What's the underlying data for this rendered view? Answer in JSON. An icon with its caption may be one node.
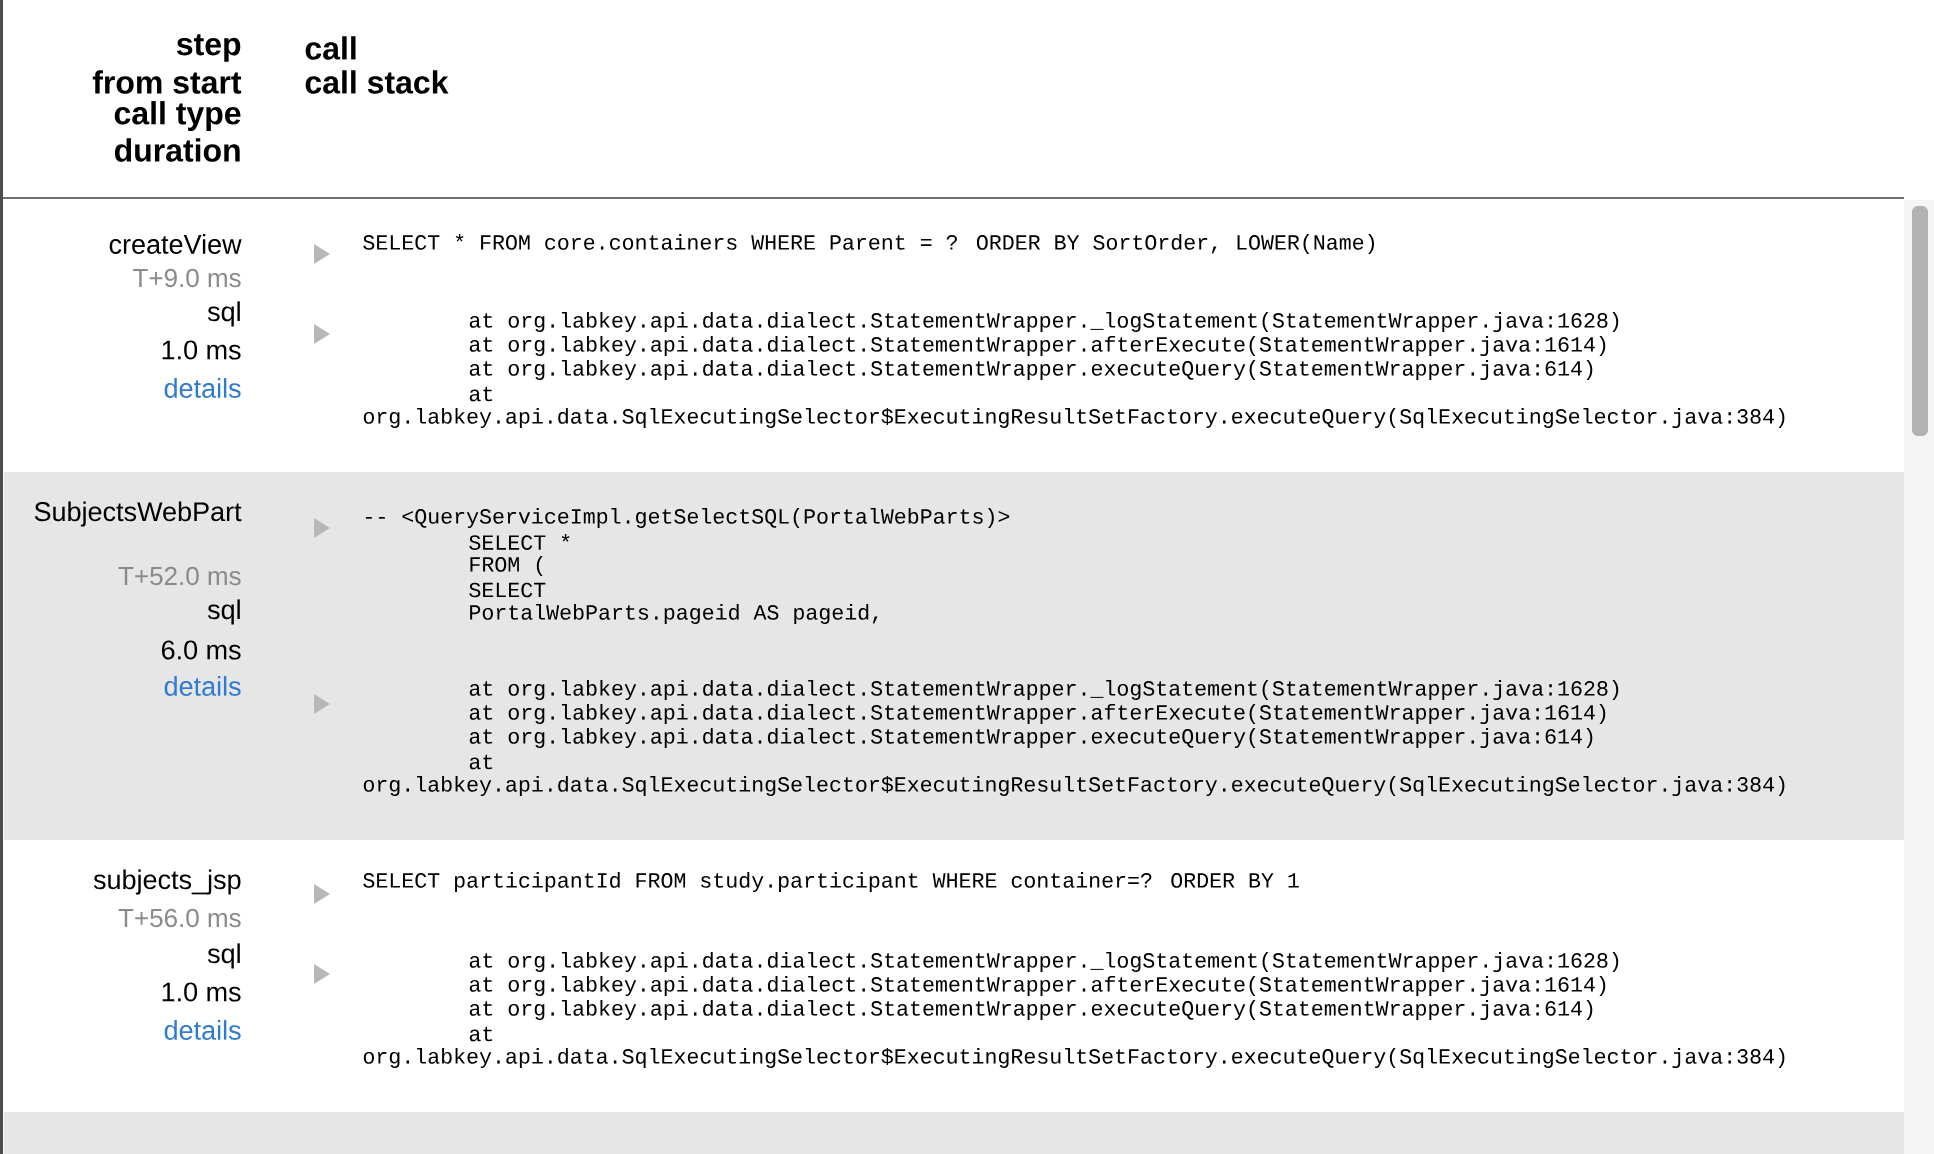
{
  "diagram": {
    "labels": [
      "step",
      "from start",
      "call type",
      "duration",
      "call",
      "call stack",
      "createView",
      "T+9.0 ms",
      "sql",
      "1.0 ms",
      "details",
      "SELECT * FROM core.containers WHERE Parent = ? ORDER BY SortOrder, LOWER(Name)",
      "at org.labkey.api.data.dialect.StatementWrapper._logStatement(StatementWrapper.java:1628)",
      "at org.labkey.api.data.dialect.StatementWrapper.afterExecute(StatementWrapper.java:1614)",
      "at org.labkey.api.data.dialect.StatementWrapper.executeQuery(StatementWrapper.java:614)",
      "at",
      "org.labkey.api.data.SqlExecutingSelector$ExecutingResultSetFactory.executeQuery(SqlExecutingSelector.java:384)",
      "SubjectsWebPart",
      "T+52.0 ms",
      "sql",
      "6.0 ms",
      "details",
      "-- <QueryServiceImpl.getSelectSQL(PortalWebParts)>",
      "SELECT *",
      "FROM (",
      "SELECT",
      "PortalWebParts.pageid AS pageid,",
      "at org.labkey.api.data.dialect.StatementWrapper._logStatement(StatementWrapper.java:1628)",
      "at org.labkey.api.data.dialect.StatementWrapper.afterExecute(StatementWrapper.java:1614)",
      "at org.labkey.api.data.dialect.StatementWrapper.executeQuery(StatementWrapper.java:614)",
      "at",
      "org.labkey.api.data.SqlExecutingSelector$ExecutingResultSetFactory.executeQuery(SqlExecutingSelector.java:384)",
      "subjects_jsp",
      "T+56.0 ms",
      "sql",
      "1.0 ms",
      "details",
      "SELECT participantId FROM study.participant WHERE container=? ORDER BY 1",
      "at org.labkey.api.data.dialect.StatementWrapper._logStatement(StatementWrapper.java:1628)",
      "at org.labkey.api.data.dialect.StatementWrapper.afterExecute(StatementWrapper.java:1614)",
      "at org.labkey.api.data.dialect.StatementWrapper.executeQuery(StatementWrapper.java:614)",
      "at",
      "org.labkey.api.data.SqlExecutingSelector$ExecutingResultSetFactory.executeQuery(SqlExecutingSelector.java:384)"
    ]
  }
}
